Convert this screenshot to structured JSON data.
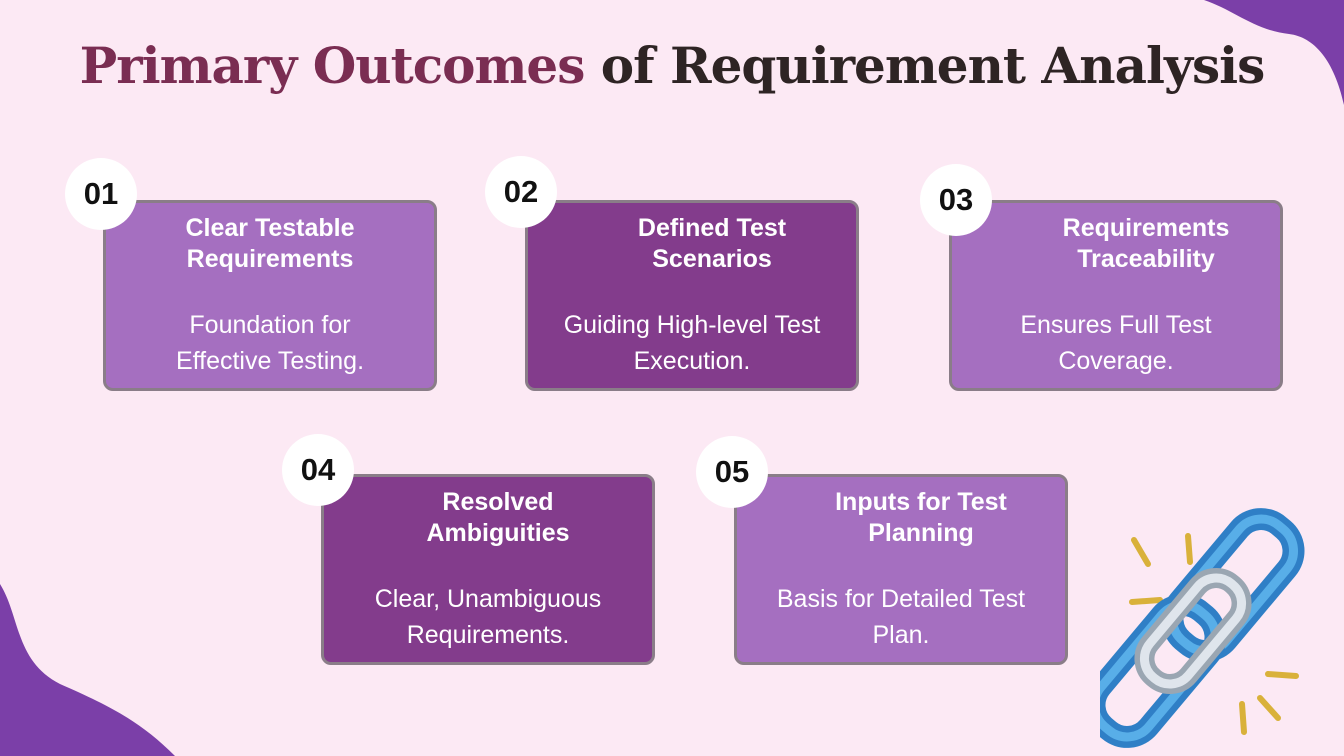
{
  "title": {
    "highlight": "Primary Outcomes",
    "rest": " of Requirement Analysis"
  },
  "colors": {
    "background": "#fce9f4",
    "title_accent": "#7a2d52",
    "title_text": "#2e2424",
    "card_light": "#a56fc0",
    "card_dark": "#833c8c",
    "blob": "#7b3fa8",
    "chain_blue": "#3a8fd6",
    "chain_silver": "#c9d2dc",
    "spark_gold": "#d9b13a"
  },
  "cards": [
    {
      "number": "01",
      "heading": "Clear Testable Requirements",
      "description": "Foundation for Effective Testing."
    },
    {
      "number": "02",
      "heading": "Defined Test Scenarios",
      "description": "Guiding High-level Test Execution."
    },
    {
      "number": "03",
      "heading": "Requirements Traceability",
      "description": "Ensures Full Test Coverage."
    },
    {
      "number": "04",
      "heading": "Resolved Ambiguities",
      "description": "Clear, Unambiguous Requirements."
    },
    {
      "number": "05",
      "heading": "Inputs for Test Planning",
      "description": "Basis for Detailed Test Plan."
    }
  ],
  "icons": {
    "corner_decoration": "purple-blob-shape",
    "illustration": "broken-chain-link-icon"
  }
}
